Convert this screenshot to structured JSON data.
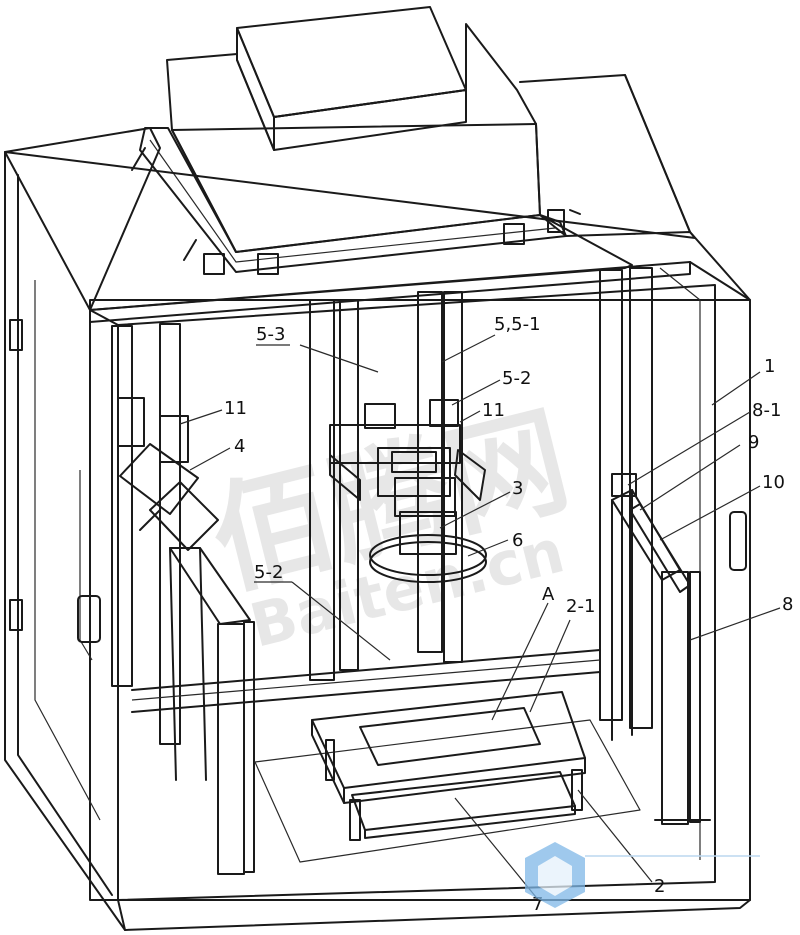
{
  "labels": {
    "l_1": "1",
    "l_8_1": "8-1",
    "l_9": "9",
    "l_10": "10",
    "l_8": "8",
    "l_5_3": "5-3",
    "l_5_5_1": "5,5-1",
    "l_5_2_top": "5-2",
    "l_11_left": "11",
    "l_11_right": "11",
    "l_4": "4",
    "l_3": "3",
    "l_6": "6",
    "l_5_2_bottom": "5-2",
    "l_A": "A",
    "l_2_1": "2-1",
    "l_2": "2",
    "l_7": "7"
  },
  "watermark": {
    "line1": "佰腾网",
    "line2": "Baiten.cn"
  },
  "colors": {
    "line": "#1a1a1a",
    "watermark": "#d4d4d4",
    "badge": "#7fb8e8"
  }
}
